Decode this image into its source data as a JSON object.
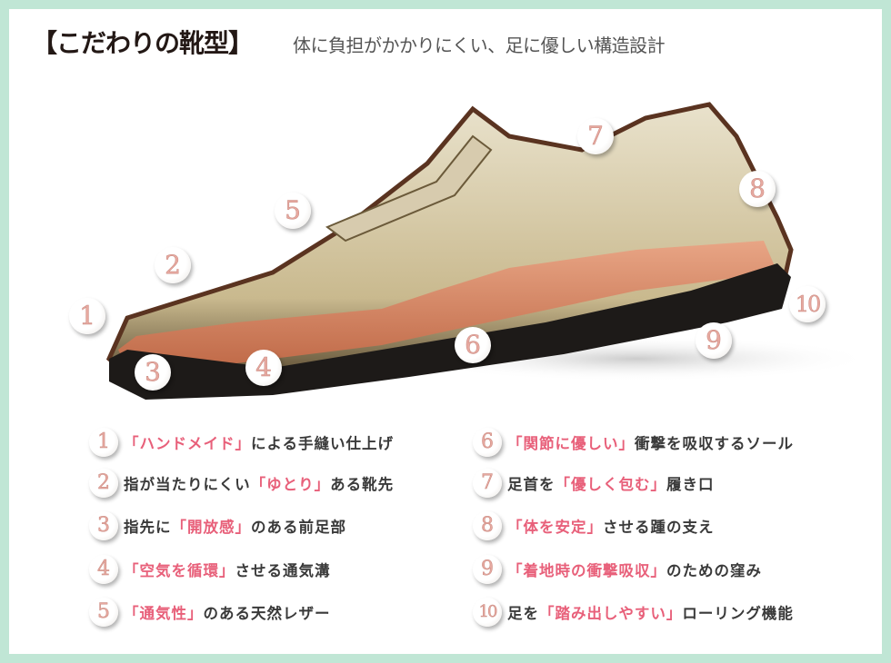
{
  "title": "【こだわりの靴型】",
  "subtitle": "体に負担がかかりにくい、足に優しい構造設計",
  "colors": {
    "highlight": "#e8607a",
    "border": "#c0e6d5",
    "text": "#3a3a3a"
  },
  "callouts": [
    "1",
    "2",
    "3",
    "4",
    "5",
    "6",
    "7",
    "8",
    "9",
    "10"
  ],
  "items": [
    {
      "num": "1",
      "pre": "",
      "hl": "「ハンドメイド」",
      "post": "による手縫い仕上げ"
    },
    {
      "num": "2",
      "pre": "指が当たりにくい",
      "hl": "「ゆとり」",
      "post": "ある靴先"
    },
    {
      "num": "3",
      "pre": "指先に",
      "hl": "「開放感」",
      "post": "のある前足部"
    },
    {
      "num": "4",
      "pre": "",
      "hl": "「空気を循環」",
      "post": "させる通気溝"
    },
    {
      "num": "5",
      "pre": "",
      "hl": "「通気性」",
      "post": "のある天然レザー"
    },
    {
      "num": "6",
      "pre": "",
      "hl": "「関節に優しい」",
      "post": "衝撃を吸収するソール"
    },
    {
      "num": "7",
      "pre": "足首を",
      "hl": "「優しく包む」",
      "post": "履き口"
    },
    {
      "num": "8",
      "pre": "",
      "hl": "「体を安定」",
      "post": "させる踵の支え"
    },
    {
      "num": "9",
      "pre": "",
      "hl": "「着地時の衝撃吸収」",
      "post": "のための窪み"
    },
    {
      "num": "10",
      "pre": "足を",
      "hl": "「踏み出しやすい」",
      "post": "ローリング機能"
    }
  ]
}
